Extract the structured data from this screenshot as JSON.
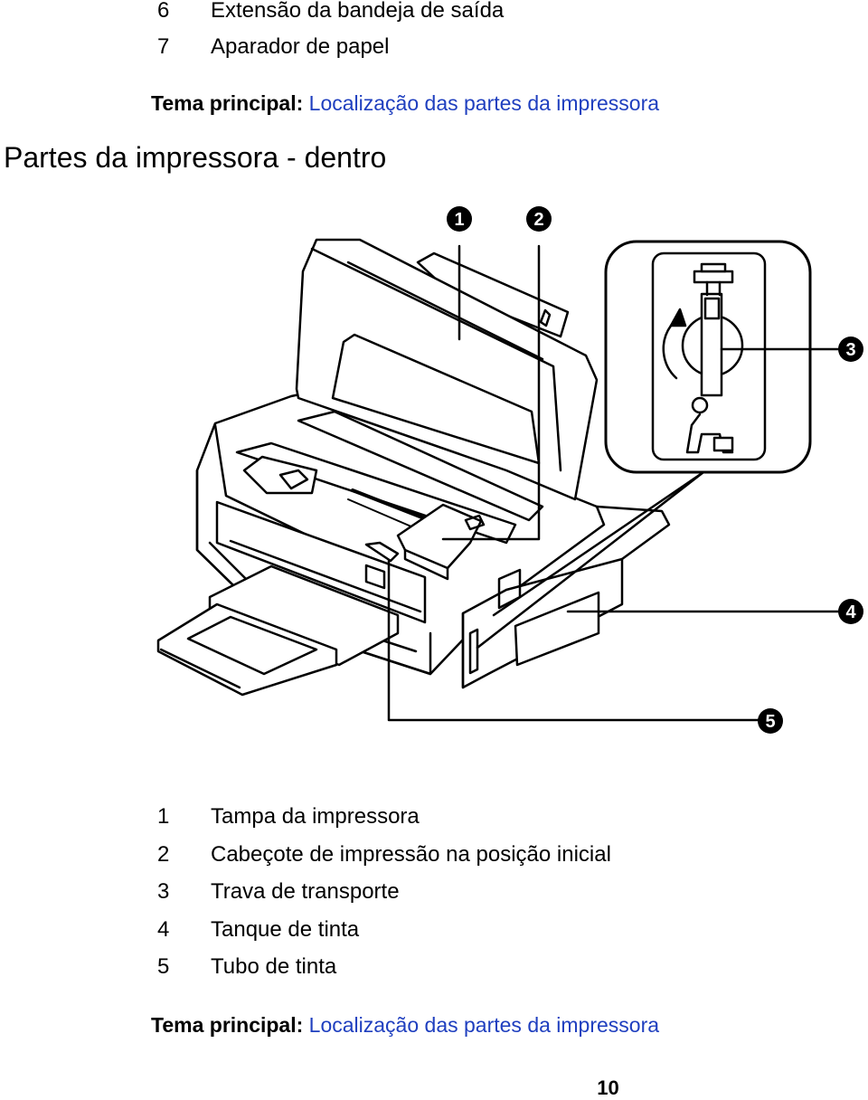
{
  "top_list": [
    {
      "num": "6",
      "text": "Extensão da bandeja de saída"
    },
    {
      "num": "7",
      "text": "Aparador de papel"
    }
  ],
  "parent_topic_top": {
    "label": "Tema principal:",
    "link": "Localização das partes da impressora"
  },
  "heading": "Partes da impressora - dentro",
  "figure": {
    "callouts": [
      "1",
      "2",
      "3",
      "4",
      "5"
    ]
  },
  "parts_list": [
    {
      "num": "1",
      "text": "Tampa da impressora"
    },
    {
      "num": "2",
      "text": "Cabeçote de impressão na posição inicial"
    },
    {
      "num": "3",
      "text": "Trava de transporte"
    },
    {
      "num": "4",
      "text": "Tanque de tinta"
    },
    {
      "num": "5",
      "text": "Tubo de tinta"
    }
  ],
  "parent_topic_bottom": {
    "label": "Tema principal:",
    "link": "Localização das partes da impressora"
  },
  "page_number": "10"
}
